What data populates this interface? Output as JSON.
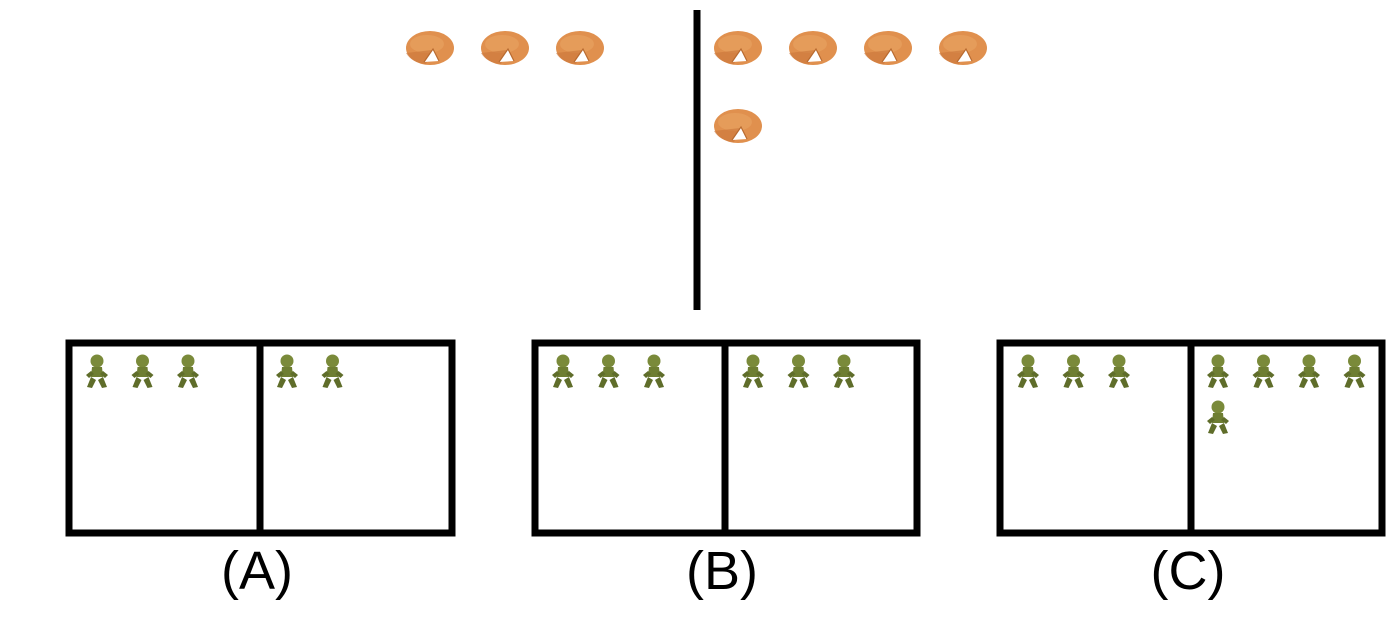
{
  "top_panel": {
    "left_group": {
      "item": "fortune-cookie",
      "count": 3
    },
    "right_group": {
      "item": "fortune-cookie",
      "count": 5
    }
  },
  "options": [
    {
      "label": "(A)",
      "item": "person-figure",
      "left_count": 3,
      "right_count": 2
    },
    {
      "label": "(B)",
      "item": "person-figure",
      "left_count": 3,
      "right_count": 3
    },
    {
      "label": "(C)",
      "item": "person-figure",
      "left_count": 3,
      "right_count": 5
    }
  ],
  "colors": {
    "cookie": "#e0904e",
    "cookie_shade": "#c9773a",
    "figure": "#7a8a3a",
    "figure_dark": "#5f6d2a",
    "line": "#000000"
  }
}
